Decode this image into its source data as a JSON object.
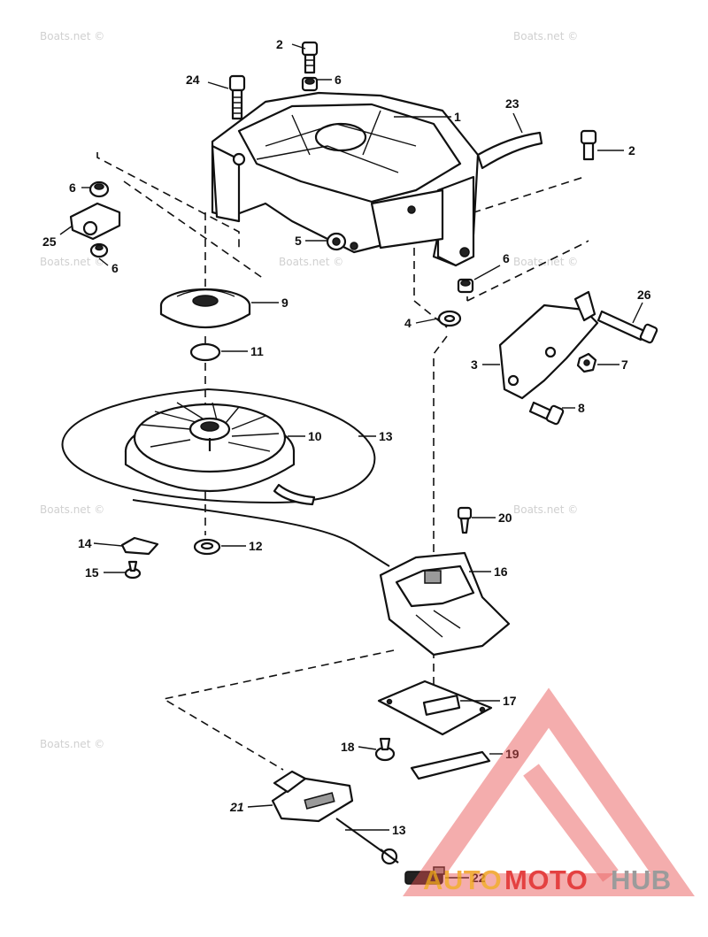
{
  "watermark": {
    "text": "Boats.net ©"
  },
  "callouts": {
    "c1": "1",
    "c2a": "2",
    "c2b": "2",
    "c3": "3",
    "c4": "4",
    "c5": "5",
    "c6a": "6",
    "c6b": "6",
    "c6c": "6",
    "c6d": "6",
    "c7": "7",
    "c8": "8",
    "c9": "9",
    "c10": "10",
    "c11": "11",
    "c12": "12",
    "c13a": "13",
    "c13b": "13",
    "c14": "14",
    "c15": "15",
    "c16": "16",
    "c17": "17",
    "c18": "18",
    "c19": "19",
    "c20": "20",
    "c21": "21",
    "c22": "22",
    "c23": "23",
    "c24": "24",
    "c25": "25",
    "c26": "26"
  },
  "logo": {
    "part1": "AUTO",
    "part2": "MOTO",
    "part3": "HUB"
  },
  "colors": {
    "logo_red": "#e02020",
    "logo_orange": "#f0a020",
    "logo_gray": "#8a8a8a",
    "ink": "#111111"
  }
}
